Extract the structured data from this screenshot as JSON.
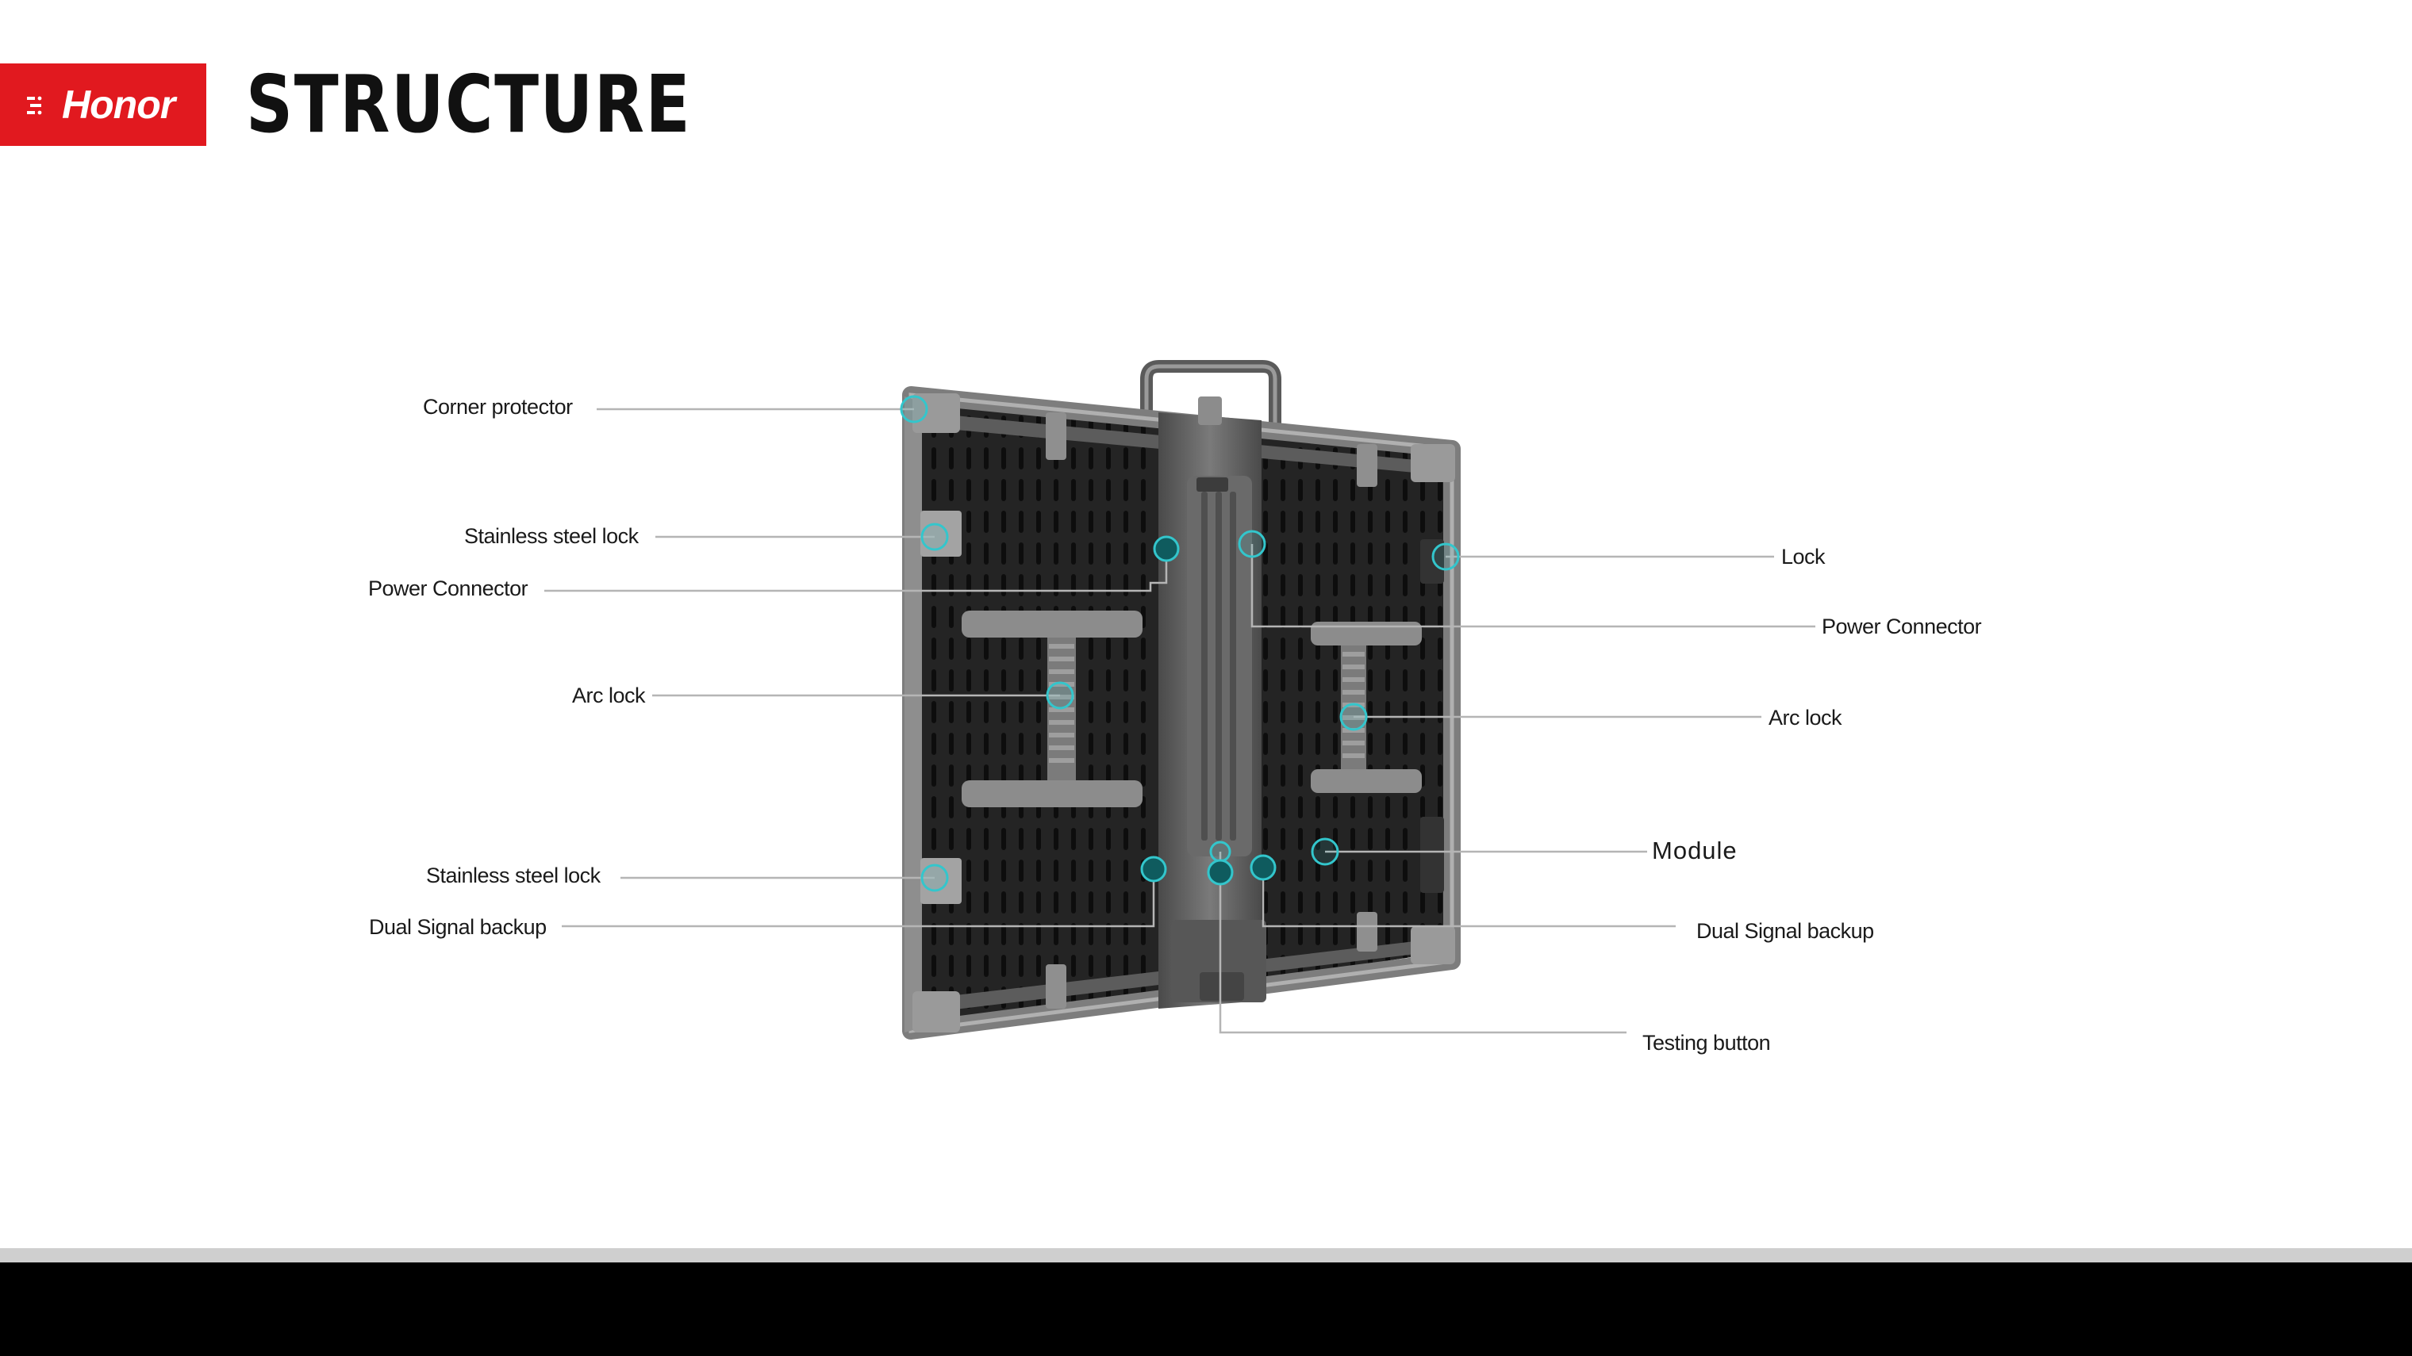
{
  "brand": {
    "name": "Honor",
    "color": "#e1191f"
  },
  "title": "STRUCTURE",
  "callouts": {
    "corner_protector": "Corner protector",
    "stainless_steel_lock_top": "Stainless steel lock",
    "power_connector_left": "Power Connector",
    "arc_lock_left": "Arc lock",
    "stainless_steel_lock_bottom": "Stainless steel lock",
    "dual_signal_backup_left": "Dual Signal backup",
    "lock": "Lock",
    "power_connector_right": "Power Connector",
    "arc_lock_right": "Arc lock",
    "module": "Module",
    "dual_signal_backup_right": "Dual Signal backup",
    "testing_button": "Testing button"
  },
  "colors": {
    "marker": "#33c6cc",
    "leader_line": "#b5b5b5",
    "cabinet": "#2b2b2b",
    "frame": "#8a8a8a",
    "footer_bar": "#000000",
    "footer_stripe": "#cfcfcf"
  }
}
